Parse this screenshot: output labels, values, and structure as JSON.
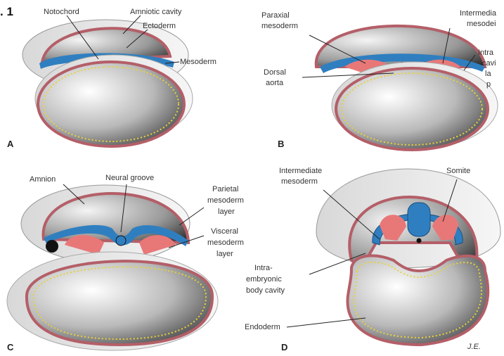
{
  "figure": {
    "label": ". 1",
    "signature": "J.E."
  },
  "panels": {
    "a": {
      "letter": "A",
      "labels": {
        "notochord": "Notochord",
        "amniotic_cavity": "Amniotic cavity",
        "ectoderm": "Ectoderm",
        "mesoderm": "Mesoderm"
      }
    },
    "b": {
      "letter": "B",
      "labels": {
        "paraxial_1": "Paraxial",
        "paraxial_2": "mesoderm",
        "intermediate_1": "Intermedia",
        "intermediate_2": "mesodei",
        "dorsal_1": "Dorsal",
        "dorsal_2": "aorta",
        "intra_1": "Intra",
        "intra_2": "cavi",
        "intra_3": "la",
        "intra_4": "p"
      }
    },
    "c": {
      "letter": "C",
      "labels": {
        "amnion": "Amnion",
        "neural_groove": "Neural groove",
        "parietal_1": "Parietal",
        "parietal_2": "mesoderm",
        "parietal_3": "layer",
        "visceral_1": "Visceral",
        "visceral_2": "mesoderm",
        "visceral_3": "layer"
      }
    },
    "d": {
      "letter": "D",
      "labels": {
        "intermediate_1": "Intermediate",
        "intermediate_2": "mesoderm",
        "somite": "Somite",
        "intra_1": "Intra-",
        "intra_2": "embryonic",
        "intra_3": "body cavity",
        "endoderm": "Endoderm"
      }
    }
  },
  "colors": {
    "amnion_outline": "#b45f68",
    "neural_tissue": "#2f7fc0",
    "mesoderm_fill": "#e87878",
    "endoderm_dots": "#e6d23a",
    "background": "#ffffff"
  }
}
